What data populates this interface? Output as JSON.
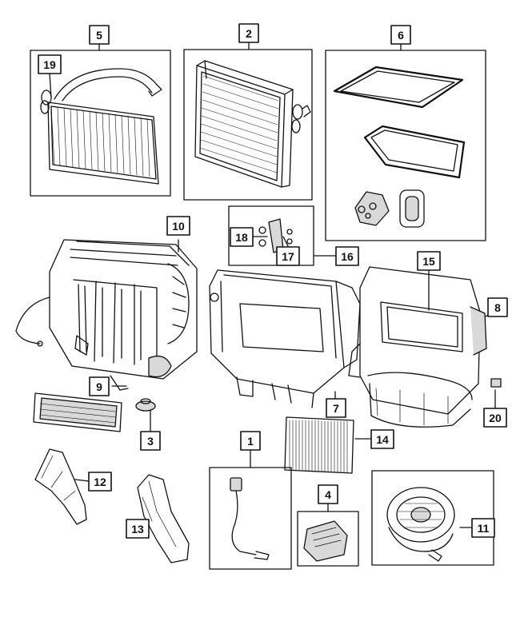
{
  "diagram": {
    "callouts": {
      "c1": "1",
      "c2": "2",
      "c3": "3",
      "c4": "4",
      "c5": "5",
      "c6": "6",
      "c7": "7",
      "c8": "8",
      "c9": "9",
      "c10": "10",
      "c11": "11",
      "c12": "12",
      "c13": "13",
      "c14": "14",
      "c15": "15",
      "c16": "16",
      "c17": "17",
      "c18": "18",
      "c19": "19",
      "c20": "20"
    },
    "colors": {
      "line": "#111111",
      "background": "#ffffff",
      "shade": "#d9d9d9"
    }
  }
}
